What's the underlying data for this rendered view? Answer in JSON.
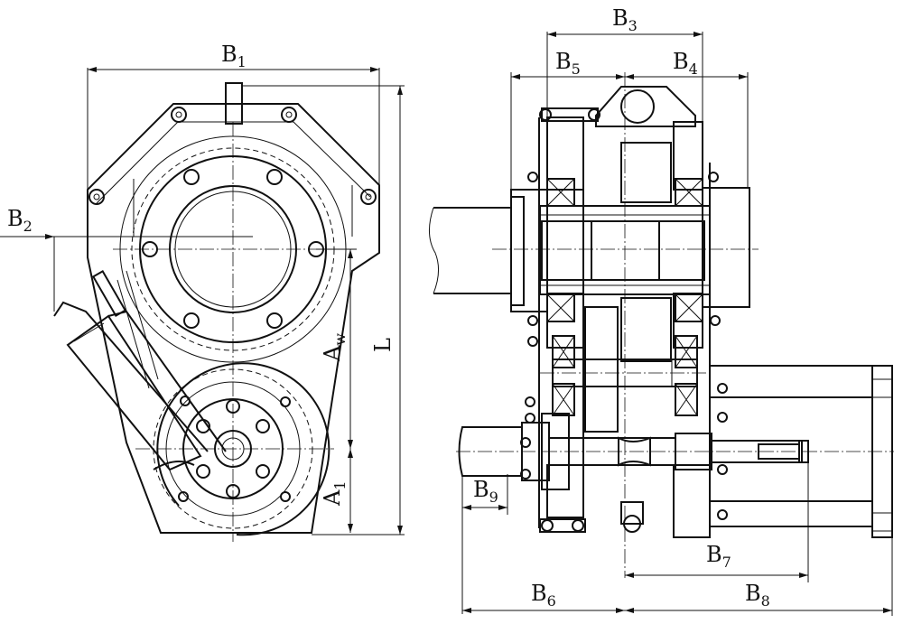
{
  "dimensions": {
    "B1": {
      "main": "B",
      "sub": "1"
    },
    "B2": {
      "main": "B",
      "sub": "2"
    },
    "Aw": {
      "main": "A",
      "sub": "w"
    },
    "L": {
      "main": "L",
      "sub": ""
    },
    "A1": {
      "main": "A",
      "sub": "1"
    },
    "B3": {
      "main": "B",
      "sub": "3"
    },
    "B4": {
      "main": "B",
      "sub": "4"
    },
    "B5": {
      "main": "B",
      "sub": "5"
    },
    "B6": {
      "main": "B",
      "sub": "6"
    },
    "B7": {
      "main": "B",
      "sub": "7"
    },
    "B8": {
      "main": "B",
      "sub": "8"
    },
    "B9": {
      "main": "B",
      "sub": "9"
    }
  }
}
